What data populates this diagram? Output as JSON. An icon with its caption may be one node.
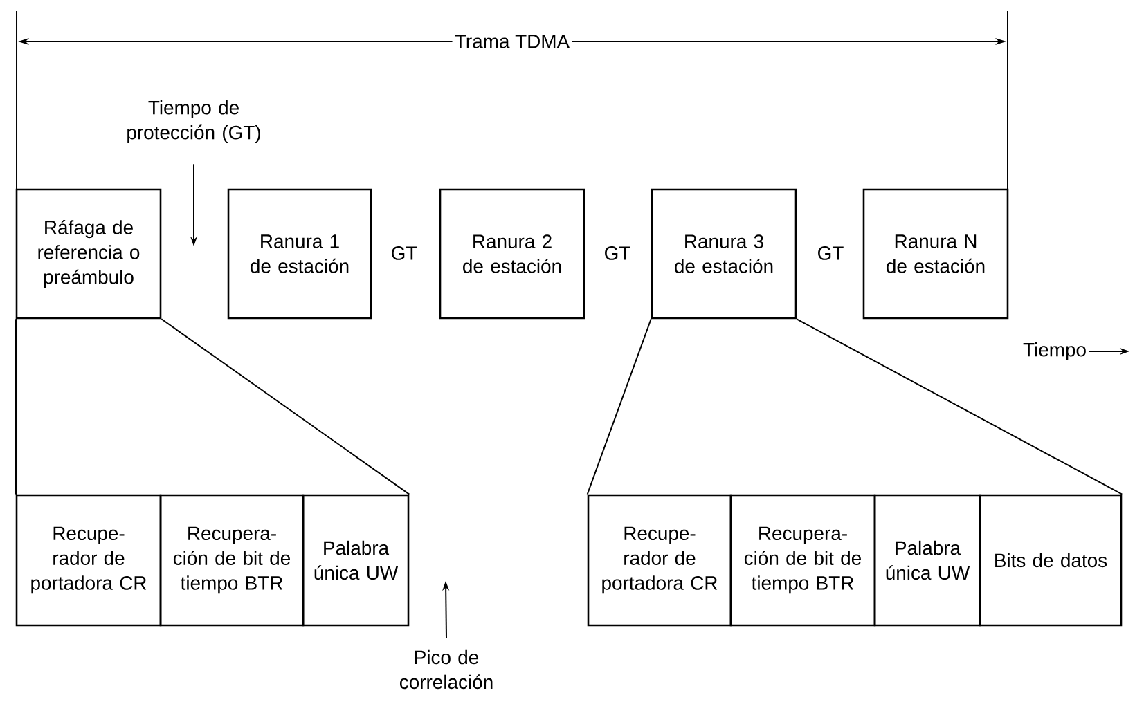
{
  "diagram": {
    "nodes": [
      {
        "text": [
          "Ráfaga de referencia o preámbulo"
        ]
      },
      {
        "text": [
          "Ranura 1 de estación"
        ]
      },
      {
        "text": [
          "Ranura 2 de estación"
        ]
      },
      {
        "text": [
          "Ranura 3 de estación"
        ]
      },
      {
        "text": [
          "Ranura N de estación"
        ]
      },
      {
        "text": [
          "Recupe- rador de portadora CR"
        ]
      },
      {
        "text": [
          "Recupera- ción de bit de tiempo BTR"
        ]
      },
      {
        "text": [
          "Palabra única UW"
        ]
      },
      {
        "text": [
          "Recupe- rador de portadora CR"
        ]
      },
      {
        "text": [
          "Recupera- ción de bit de tiempo BTR"
        ]
      },
      {
        "text": [
          "Palabra única UW"
        ]
      },
      {
        "text": [
          "Bits de datos"
        ]
      },
      {
        "text": [
          "Tiempo de protección (GT)"
        ]
      },
      {
        "text": [
          "Pico de correlación"
        ]
      }
    ],
    "edges": [
      {
        "from": 0,
        "to": 5,
        "arrow": "none"
      },
      {
        "from": 0,
        "to": 7,
        "arrow": "none"
      },
      {
        "from": 3,
        "to": 8,
        "arrow": "none"
      },
      {
        "from": 3,
        "to": 11,
        "arrow": "none"
      },
      {
        "from": 12,
        "to": null,
        "arrow": "to"
      },
      {
        "from": 13,
        "to": null,
        "arrow": "to"
      }
    ],
    "labels": [
      "Trama TDMA",
      "GT",
      "GT",
      "GT",
      "Tiempo"
    ]
  }
}
